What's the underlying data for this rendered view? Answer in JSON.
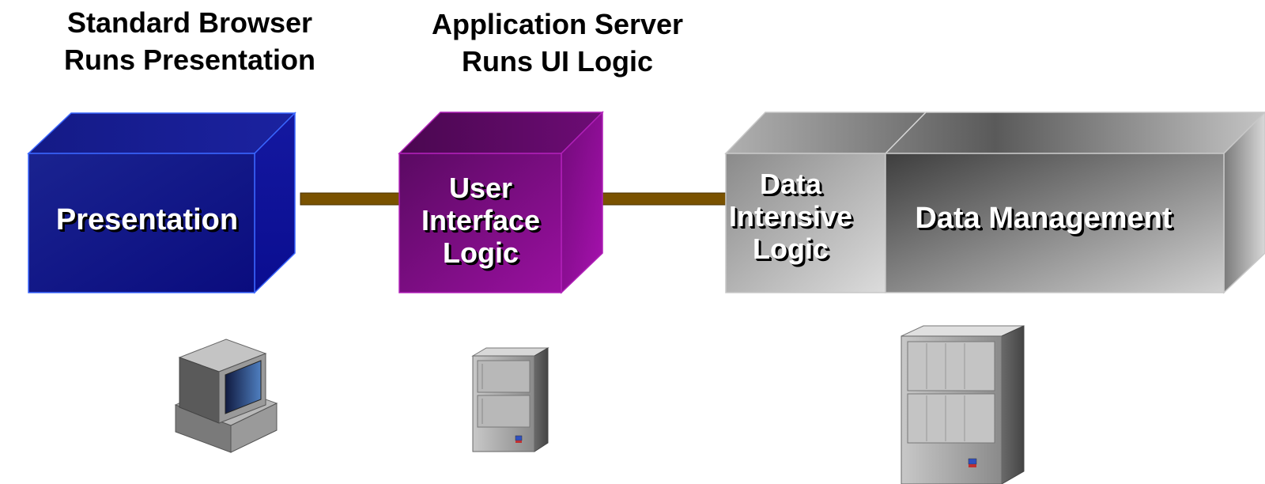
{
  "headings": {
    "browser": {
      "line1": "Standard Browser",
      "line2": "Runs Presentation"
    },
    "app_server": {
      "line1": "Application Server",
      "line2": "Runs UI Logic"
    }
  },
  "blocks": {
    "presentation": {
      "label": "Presentation",
      "color": "#0d0f8f"
    },
    "ui_logic": {
      "line1": "User",
      "line2": "Interface",
      "line3": "Logic",
      "color": "#7a0a80"
    },
    "data_logic": {
      "line1": "Data",
      "line2": "Intensive",
      "line3": "Logic",
      "color": "#9a9a9a"
    },
    "data_management": {
      "label": "Data Management",
      "color": "#6e6e6e"
    }
  },
  "connector_color": "#7a5200",
  "icons": {
    "client": "desktop-computer-icon",
    "app_server": "small-server-icon",
    "data_server": "large-server-icon"
  }
}
